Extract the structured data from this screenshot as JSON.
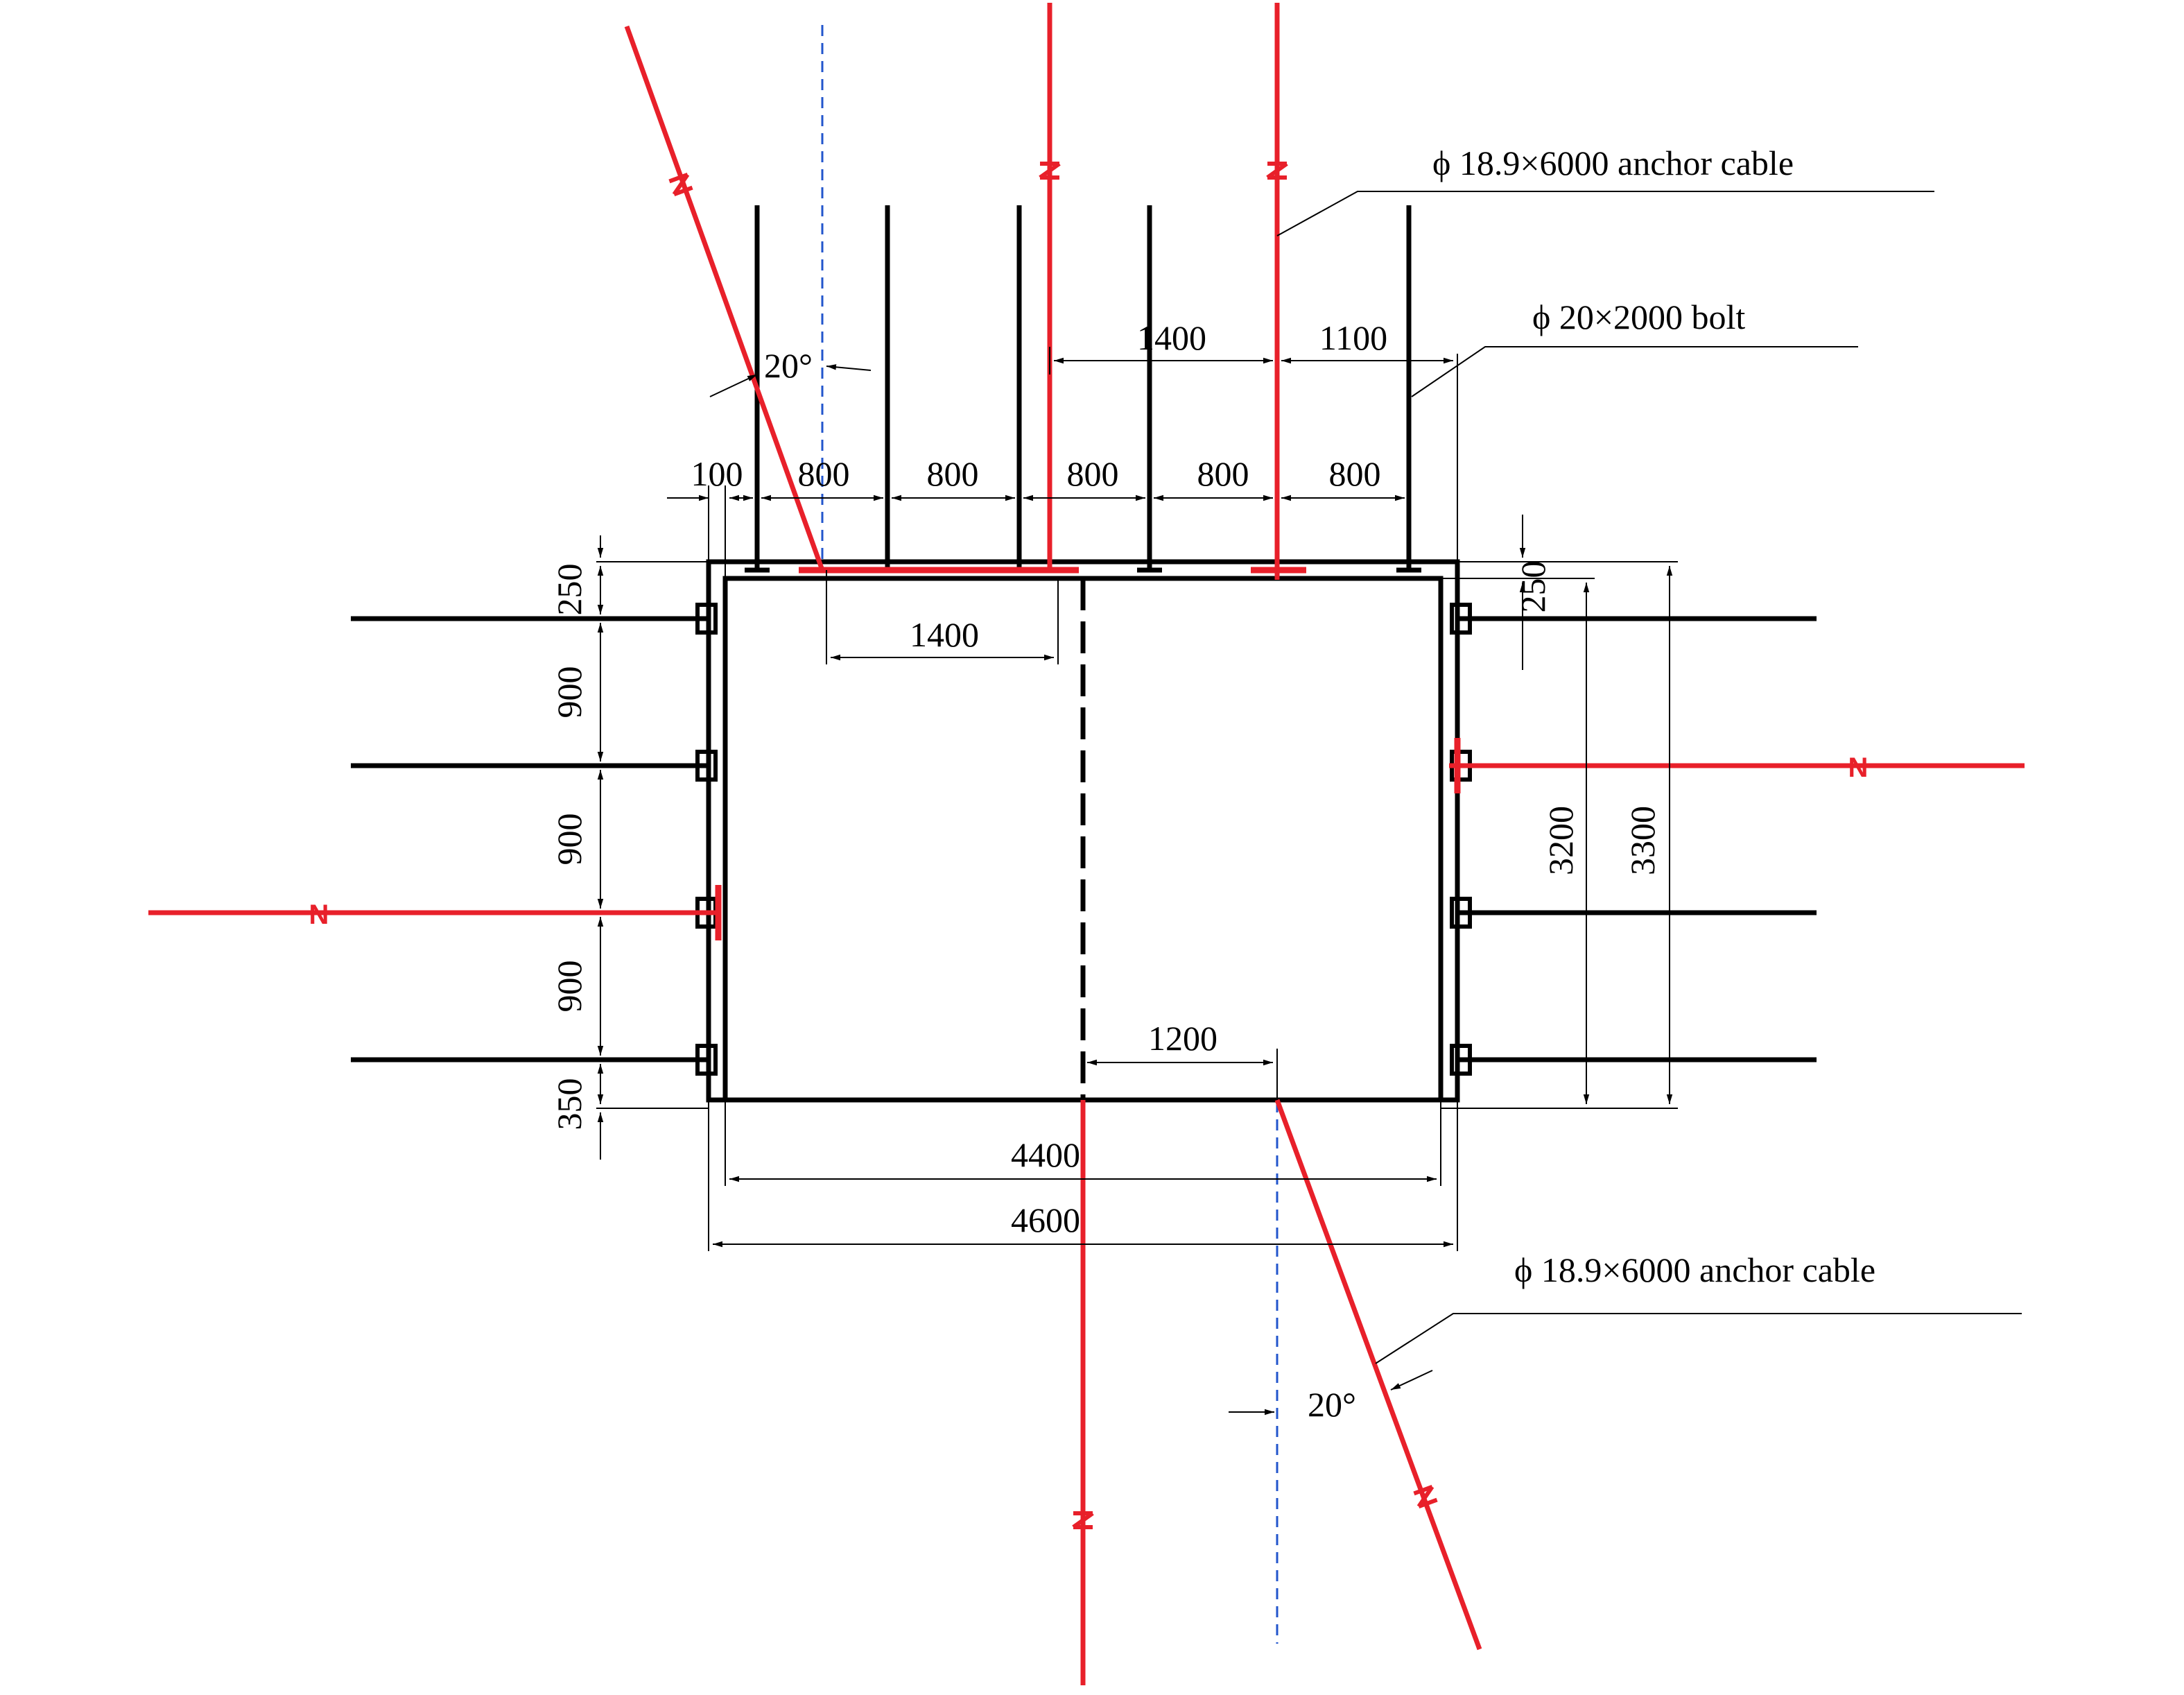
{
  "labels": {
    "cable_top": "ϕ 18.9×6000 anchor cable",
    "bolt": "ϕ 20×2000 bolt",
    "cable_bottom": "ϕ 18.9×6000 anchor cable",
    "angle_top": "20°",
    "angle_bottom": "20°",
    "n_marker": "N"
  },
  "dimensions": {
    "top_1400": "1400",
    "top_1100": "1100",
    "spacing_100": "100",
    "spacing_800": [
      "800",
      "800",
      "800",
      "800",
      "800"
    ],
    "inner_1400": "1400",
    "left_250": "250",
    "left_900": [
      "900",
      "900",
      "900"
    ],
    "left_350": "350",
    "right_250": "250",
    "right_3200": "3200",
    "right_3300": "3300",
    "mid_1200": "1200",
    "bottom_4400": "4400",
    "bottom_4600": "4600"
  },
  "colors": {
    "structure": "#000000",
    "anchor_cable": "#e8202a",
    "centerline": "#2255cc"
  }
}
